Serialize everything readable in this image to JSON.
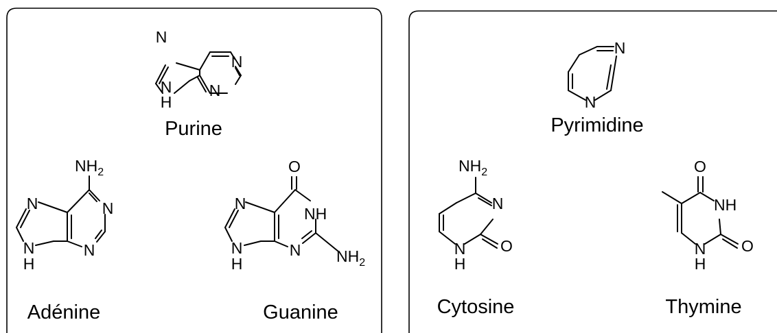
{
  "panels": {
    "purines": {
      "parent": "Purine",
      "bases": [
        "Adénine",
        "Guanine"
      ]
    },
    "pyrimidines": {
      "parent": "Pyrimidine",
      "bases": [
        "Cytosine",
        "Thymine"
      ]
    }
  },
  "atoms": {
    "N": "N",
    "H": "H",
    "O": "O",
    "NH": "NH",
    "NH2_main": "NH",
    "NH2_sub": "2"
  }
}
